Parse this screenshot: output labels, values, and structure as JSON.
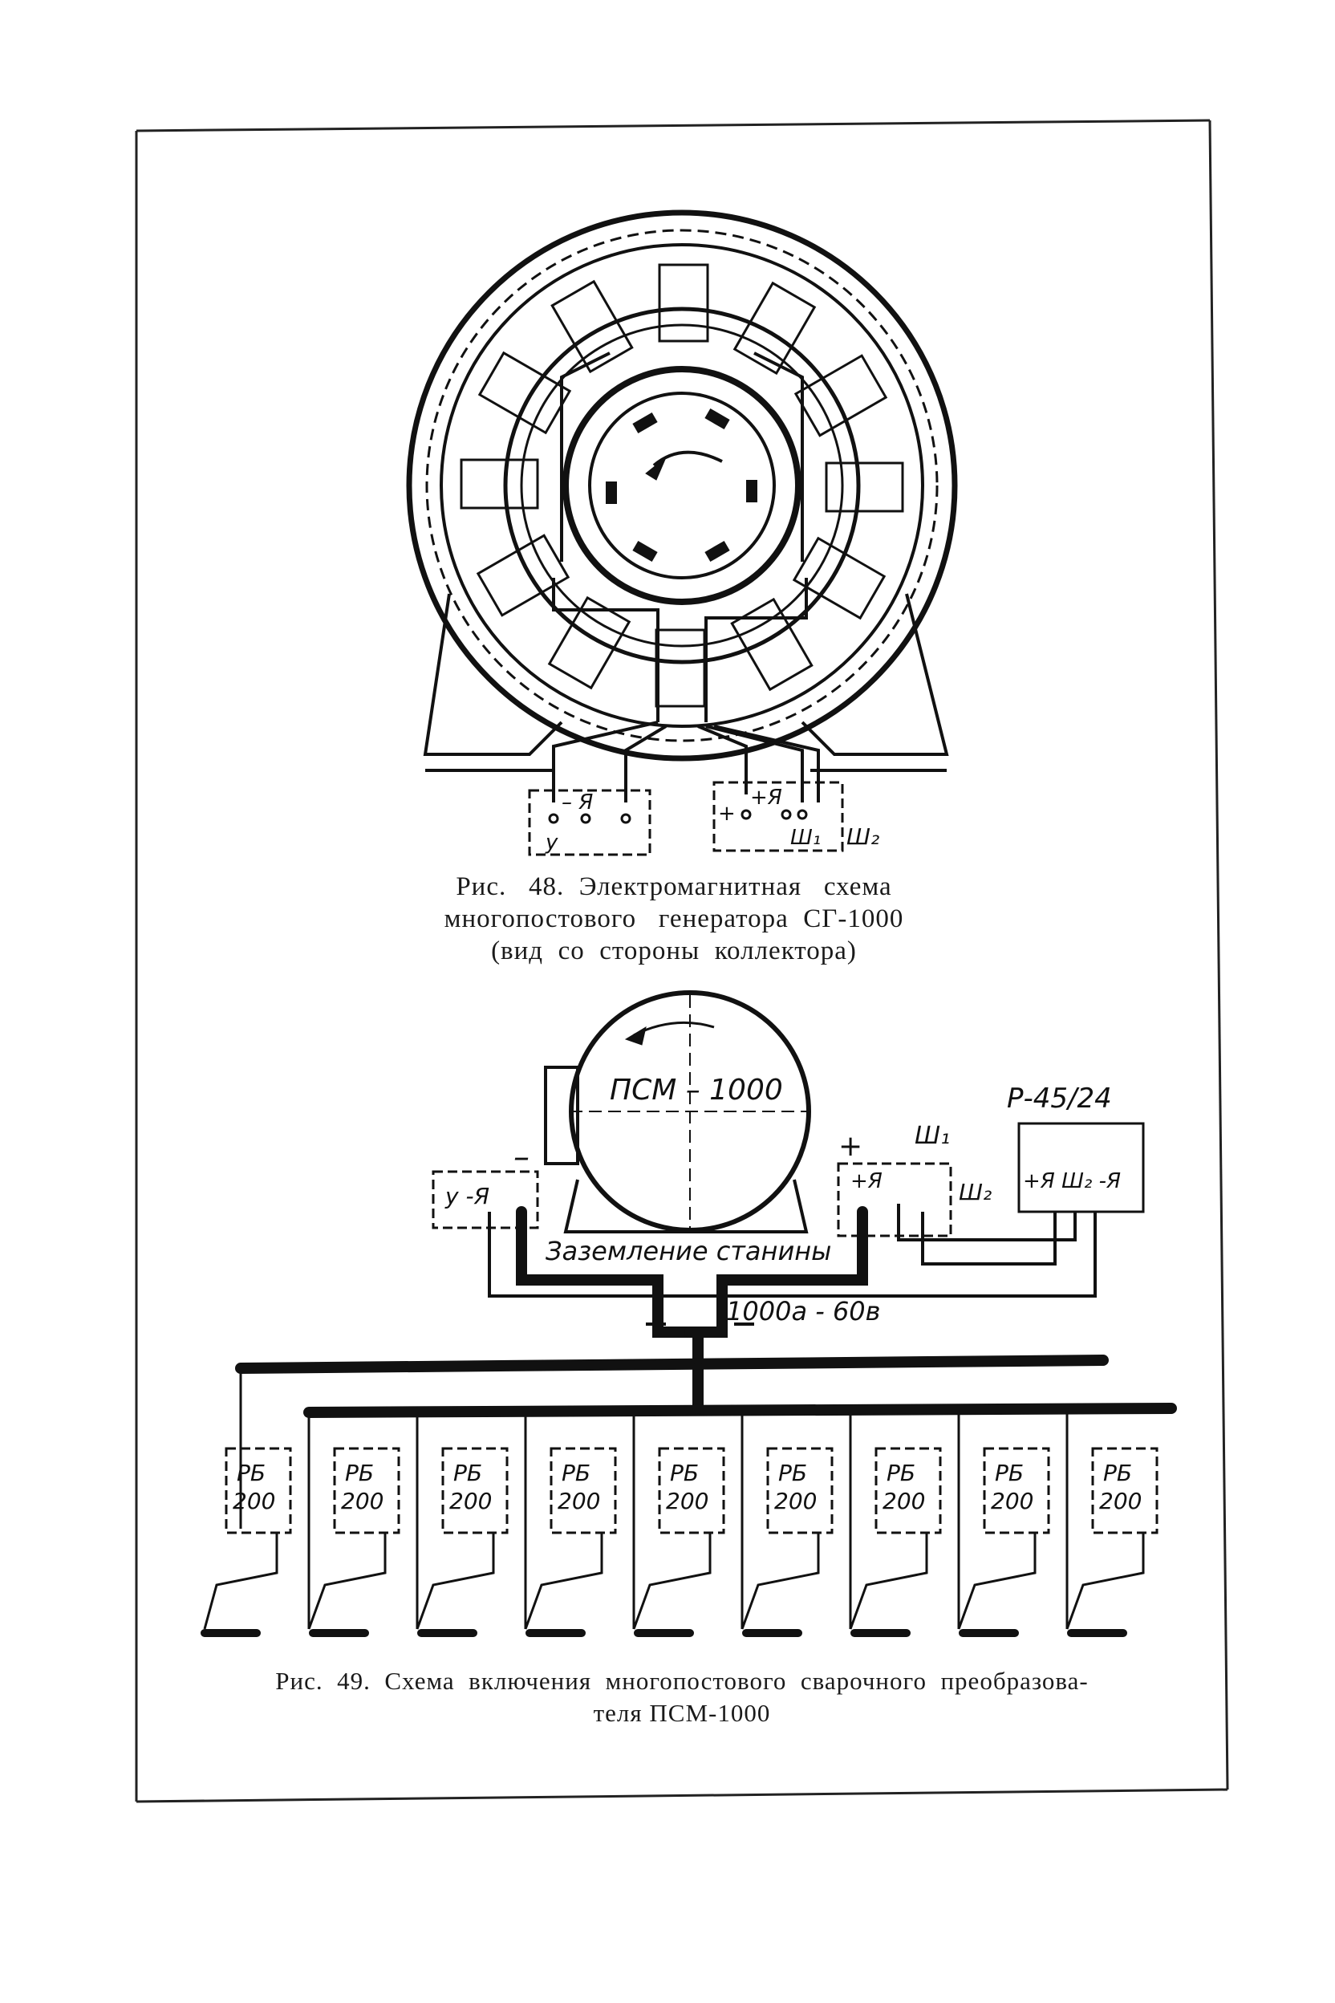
{
  "figure48": {
    "caption_line1": "Рис.   48.  Электромагнитная   схема",
    "caption_line2": "многопостового   генератора  СГ-1000",
    "caption_line3": "(вид  со  стороны  коллектора)",
    "labels": {
      "left_box_y": "у",
      "left_box_minus_ya": "– Я",
      "right_box_plus": "+",
      "right_box_plus_ya": "+Я",
      "right_box_sh1": "Ш₁",
      "right_box_sh2": "Ш₂"
    }
  },
  "figure49": {
    "caption_line1": "Рис.  49.  Схема  включения  многопостового  сварочного  преобразова-",
    "caption_line2": "теля ПСМ-1000",
    "machine_label": "ПСМ – 1000",
    "regulator_label": "Р-45/24",
    "regulator_terminals": "+Я  Ш₂  -Я",
    "left_box": "у -Я",
    "minus": "–",
    "plus": "+",
    "plus_ya": "+Я",
    "sh1": "Ш₁",
    "sh2": "Ш₂",
    "ground_label": "Заземление станины",
    "current_label": "1000а - 60в",
    "rb_top": "РБ",
    "rb_bottom": "200"
  }
}
